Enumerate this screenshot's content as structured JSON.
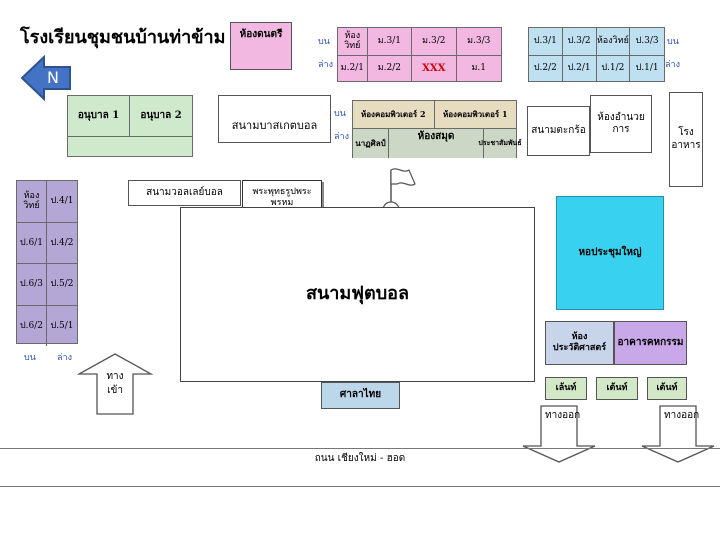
{
  "title": "โรงเรียนชุมชนบ้านท่าข้าม",
  "compass": "N",
  "colors": {
    "purple_block": "#b4a7d6",
    "green_block": "#cfe9cd",
    "pink_block": "#f2b8e2",
    "light_blue_block": "#bfe0f0",
    "beige_block": "#e6dcc0",
    "grey_green_block": "#cdd7c5",
    "cyan_hall": "#38d1ef",
    "lavender_block": "#c8a8e8",
    "blue_pavilion": "#bcd6ea",
    "green_restroom": "#d3e8c7",
    "xxx_red": "#d60000",
    "side_label_blue": "#2b4fb5"
  },
  "music_room": "ห้องดนตรี",
  "top_middle_block": {
    "upper_label": "บน",
    "lower_label": "ล่าง",
    "upper_row": [
      "ห้องวิทย์",
      "ม.3/1",
      "ม.3/2",
      "ม.3/3"
    ],
    "lower_row": [
      "ม.2/1",
      "ม.2/2",
      "XXX",
      "ม.1"
    ]
  },
  "top_right_block": {
    "upper_label": "บน",
    "lower_label": "ล่าง",
    "upper_row": [
      "ป.3/1",
      "ป.3/2",
      "ห้องวิทย์",
      "ป.3/3"
    ],
    "lower_row": [
      "ป.2/2",
      "ป.2/1",
      "ป.1/2",
      "ป.1/1"
    ]
  },
  "kindergarten": [
    "อนุบาล 1",
    "อนุบาล 2"
  ],
  "basketball_court": "สนามบาสเกตบอล",
  "computer_block": {
    "upper_label": "บน",
    "lower_label": "ล่าง",
    "upper_row": [
      "ห้องคอมพิวเตอร์ 2",
      "ห้องคอมพิวเตอร์ 1"
    ],
    "lower_row": [
      "นาฏศิลป์",
      "ห้องสมุด",
      "ประชาสัมพันธ์"
    ]
  },
  "takraw_court": "สนามตะกร้อ",
  "director_room": "ห้องอำนวยการ",
  "cafeteria": "โรงอาหาร",
  "left_block": {
    "upper_label": "บน",
    "lower_label": "ล่าง",
    "rows": [
      [
        "ห้องวิทย์",
        "ป.4/1"
      ],
      [
        "ป.6/1",
        "ป.4/2"
      ],
      [
        "ป.6/3",
        "ป.5/2"
      ],
      [
        "ป.6/2",
        "ป.5/1"
      ]
    ]
  },
  "volleyball_court": "สนามวอลเลย์บอล",
  "buddha_image": "พระพุทธรูปพระพรหม",
  "football_field": "สนามฟุตบอล",
  "main_hall": "หอประชุมใหญ่",
  "history_room": "ห้องประวัติศาสตร์",
  "activity_building": "อาคารคหกรรม",
  "restrooms": [
    "เล้นท์",
    "เต้นท์",
    "เต้นท์"
  ],
  "thai_pavilion": "ศาลาไทย",
  "entrance": "ทางเข้า",
  "exits": [
    "ทางออก",
    "ทางออก"
  ],
  "road": "ถนน เชียงใหม่ - ฮอด"
}
